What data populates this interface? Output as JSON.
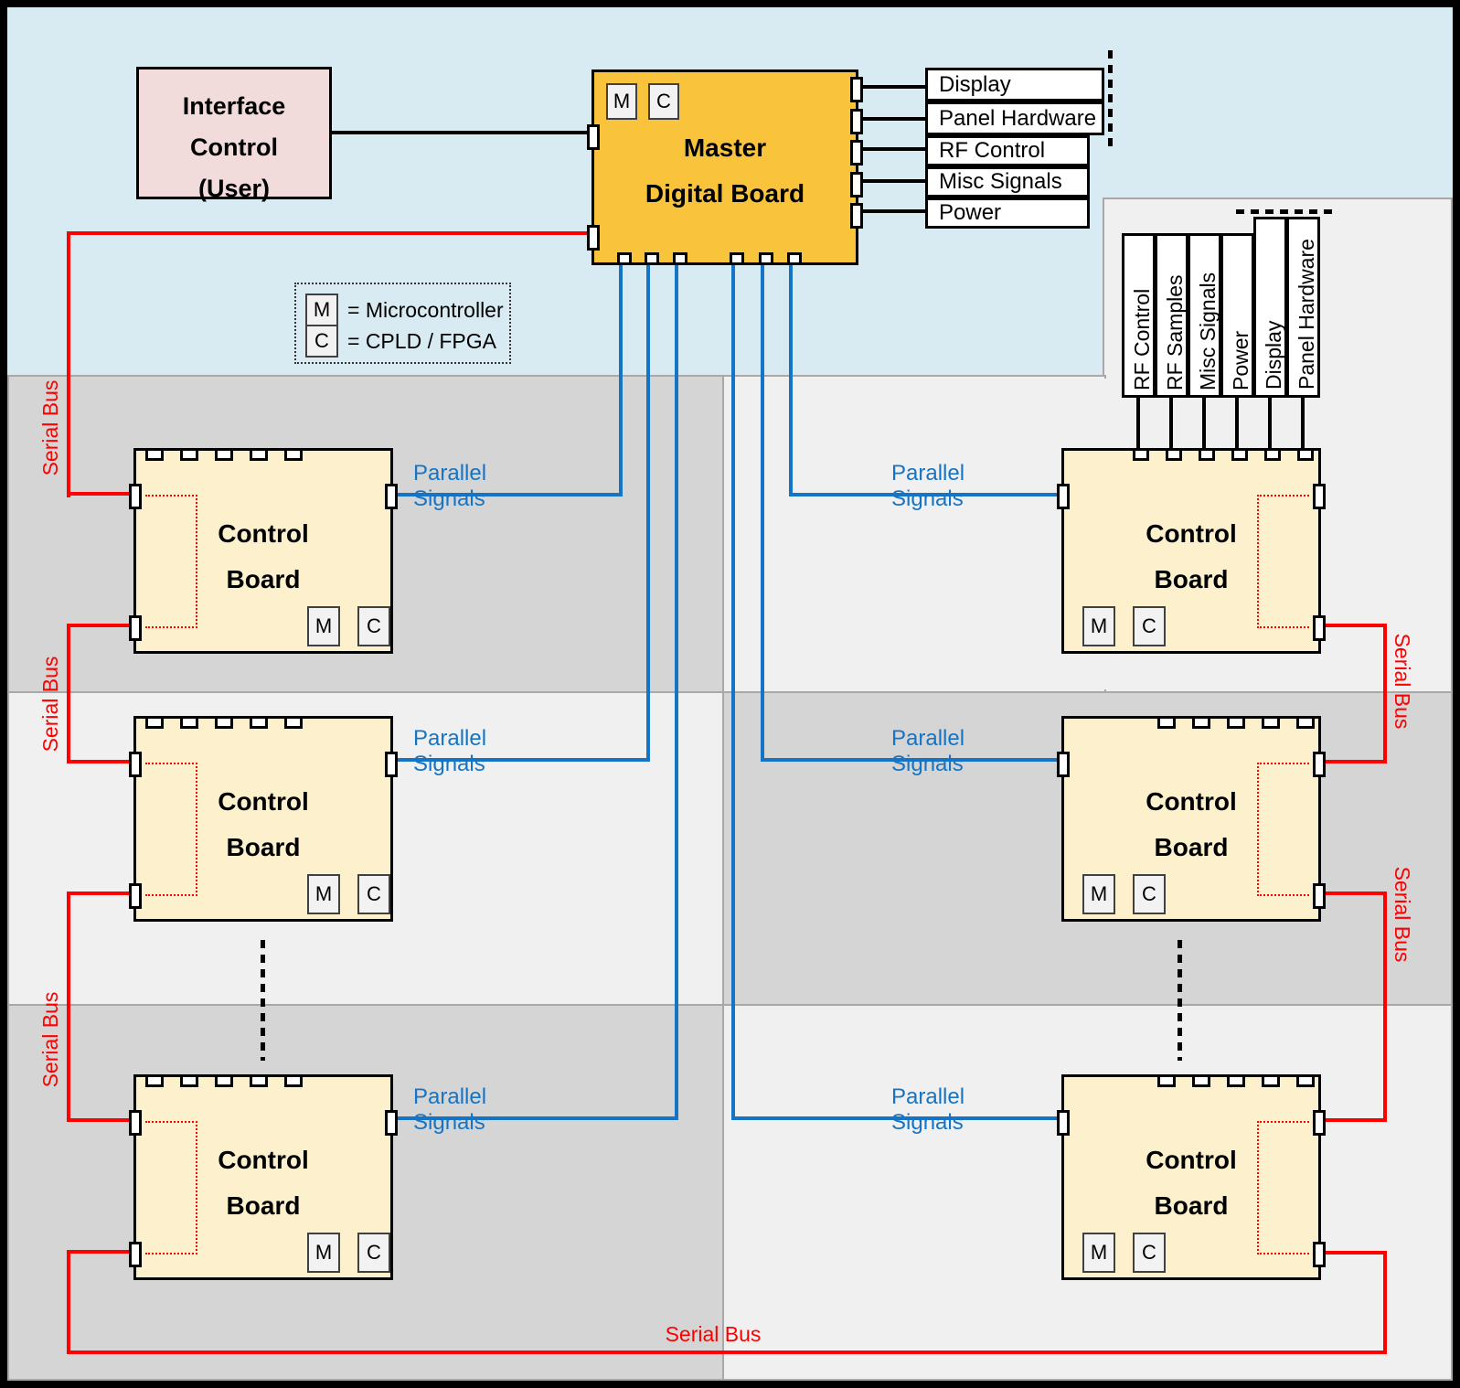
{
  "interface": {
    "title": "Interface\nControl\n(User)"
  },
  "master": {
    "title": "Master\nDigital Board",
    "chips": [
      "M",
      "C"
    ]
  },
  "control_board": {
    "title": "Control\nBoard",
    "chips": [
      "M",
      "C"
    ]
  },
  "peripherals": [
    "Display",
    "Panel Hardware",
    "RF Control",
    "Misc Signals",
    "Power"
  ],
  "bus_inputs": [
    "RF Control",
    "RF Samples",
    "Misc Signals",
    "Power",
    "Display",
    "Panel Hardware"
  ],
  "legend": {
    "m_symbol": "M",
    "m_label": "= Microcontroller",
    "c_symbol": "C",
    "c_label": "= CPLD / FPGA"
  },
  "labels": {
    "serial_bus": "Serial Bus",
    "parallel_signals": "Parallel Signals"
  },
  "colors": {
    "background": "#d8ebf2",
    "band_dark": "#d5d5d5",
    "band_light": "#f0f0f0",
    "board_fill": "#fdf1cd",
    "master_fill": "#f9c33c",
    "interface_fill": "#f1dbdb",
    "serial_wire": "#fe0000",
    "parallel_wire": "#1674c5"
  }
}
